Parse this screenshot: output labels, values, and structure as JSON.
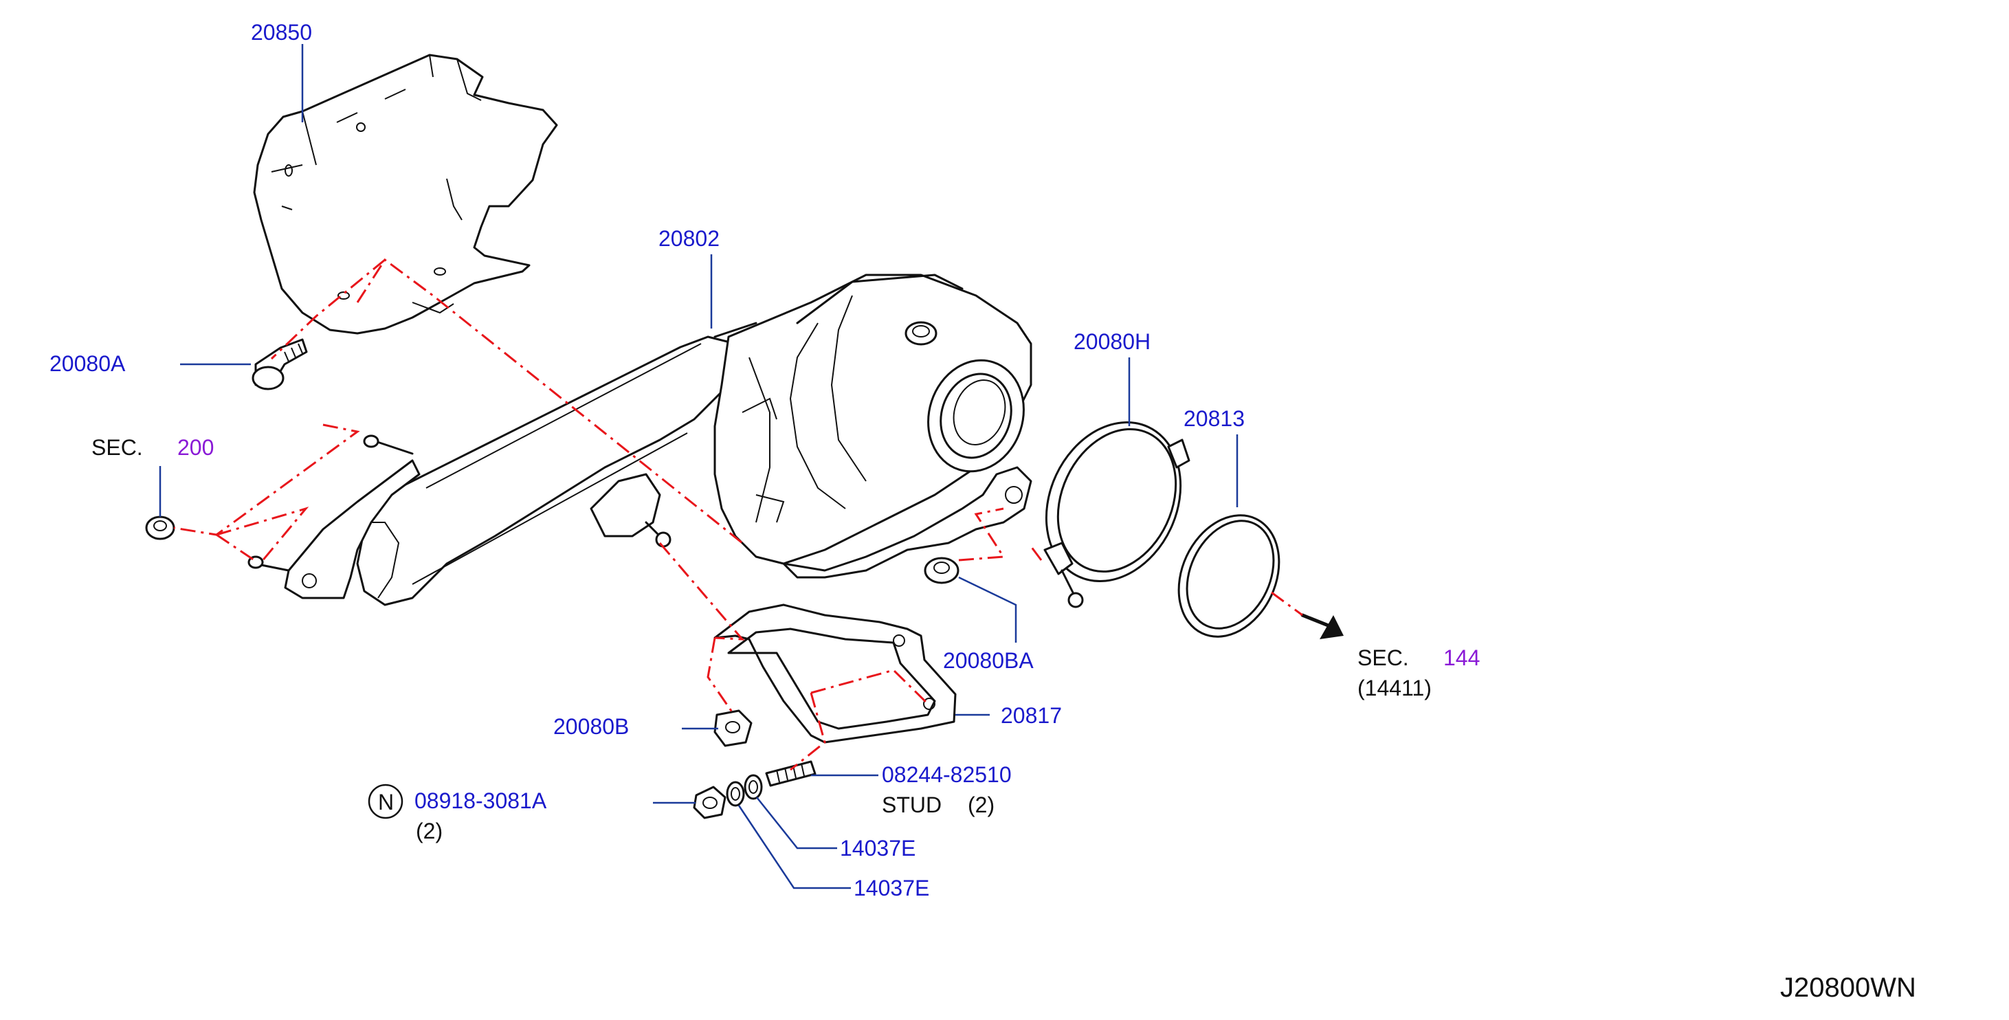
{
  "colors": {
    "part_number": "#1a1acc",
    "section_number": "#8a1ad6",
    "leader_line": "#1a3a9a",
    "assembly_line": "#e8161b",
    "outline": "#111111"
  },
  "labels": {
    "p20850": "20850",
    "p20802": "20802",
    "p20080A": "20080A",
    "p20080H": "20080H",
    "p20813": "20813",
    "p20080BA": "20080BA",
    "p20817": "20817",
    "p20080B": "20080B",
    "p08244": "08244-82510",
    "stud_text": "STUD",
    "stud_qty": "(2)",
    "n_symbol": "N",
    "p08918": "08918-3081A",
    "p08918_qty": "(2)",
    "p14037E_a": "14037E",
    "p14037E_b": "14037E"
  },
  "sections": {
    "sec200_prefix": "SEC.",
    "sec200_num": "200",
    "sec144_prefix": "SEC.",
    "sec144_num": "144",
    "sec144_sub": "(14411)"
  },
  "diagram_code": "J20800WN"
}
